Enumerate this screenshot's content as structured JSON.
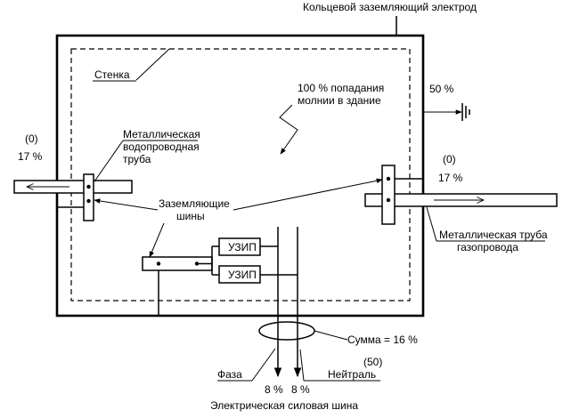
{
  "labels": {
    "ring_electrode": "Кольцевой заземляющий электрод",
    "wall": "Стенка",
    "lightning_line1": "100 % попадания",
    "lightning_line2": "молнии в здание",
    "earth_percent": "50 %",
    "water_pipe_line1": "Металлическая",
    "water_pipe_line2": "водопроводная",
    "water_pipe_line3": "труба",
    "left_zero": "(0)",
    "left_percent": "17 %",
    "right_zero": "(0)",
    "right_percent": "17 %",
    "bars_line1": "Заземляющие",
    "bars_line2": "шины",
    "spd1": "УЗИП",
    "spd2": "УЗИП",
    "gas_pipe_line1": "Металлическая труба",
    "gas_pipe_line2": "газопровода",
    "sum": "Сумма = 16 %",
    "sum_zero": "(50)",
    "phase": "Фаза",
    "neutral": "Нейтраль",
    "phase_percent": "8 %",
    "neutral_percent": "8 %",
    "power_bus": "Электрическая силовая шина"
  }
}
